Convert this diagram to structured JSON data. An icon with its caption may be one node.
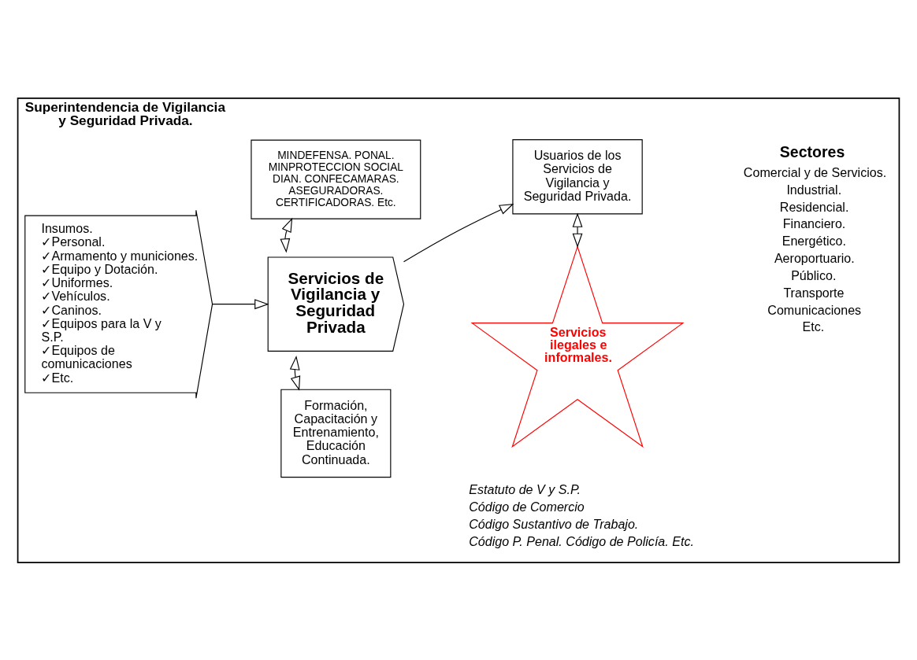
{
  "diagram": {
    "nodes": [
      {
        "text": [
          "Superintendencia de Vigilancia y Seguridad Privada."
        ]
      },
      {
        "text": [
          "Insumos.",
          "✓Personal.",
          "✓Armamento y municiones.",
          "✓Equipo y Dotación.",
          "✓Uniformes.",
          "✓Vehículos.",
          "✓Caninos.",
          "✓Equipos para la V y S.P.",
          "✓Equipos de comunicaciones",
          "✓Etc."
        ],
        "in": 0
      },
      {
        "text": [
          "Formación, Capacitación y Entrenamiento, Educación Continuada."
        ],
        "in": 0
      },
      {
        "text": [
          "Servicios ilegales e informales."
        ],
        "in": 0
      },
      {
        "text": [
          "Servicios de Vigilancia y Seguridad Privada"
        ],
        "in": 0
      },
      {
        "text": [
          "Usuarios de los Servicios de Vigilancia y Seguridad Privada."
        ],
        "in": 0
      },
      {
        "text": [
          "MINDEFENSA. PONAL.",
          "MINPROTECCION SOCIAL",
          "DIAN. CONFECAMARAS.",
          "ASEGURADORAS.",
          "CERTIFICADORAS. Etc."
        ],
        "in": 0
      }
    ],
    "edges": [
      {
        "from": 1,
        "to": 4,
        "arrow": "to"
      },
      {
        "from": 2,
        "to": 4,
        "arrow": "both"
      },
      {
        "from": 3,
        "to": 5,
        "arrow": "both"
      },
      {
        "from": 4,
        "to": 5,
        "arrow": "to"
      },
      {
        "from": 4,
        "to": 6,
        "arrow": "both"
      }
    ],
    "labels": [
      "Sectores",
      "Comercial y de Servicios.",
      "Industrial.",
      "Residencial.",
      "Financiero.",
      "Energético.",
      "Aeroportuario.",
      "Público.",
      "Transporte",
      "Comunicaciones",
      "Etc.",
      "Estatuto de V y S.P.",
      "Código de Comercio",
      "Código Sustantivo de Trabajo.",
      "Código P. Penal. Código de Policía. Etc."
    ]
  }
}
